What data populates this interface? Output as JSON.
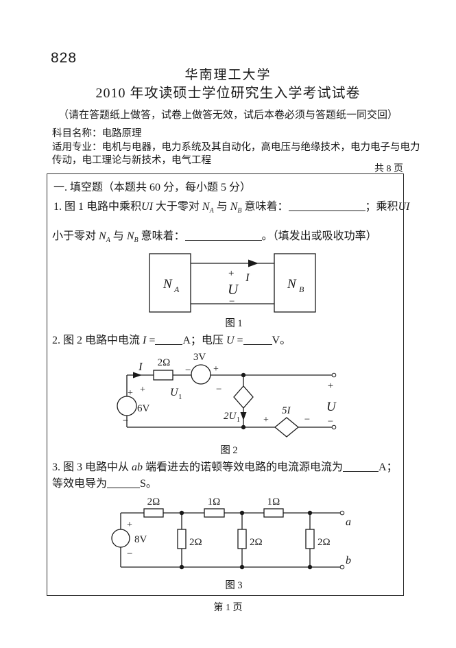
{
  "colors": {
    "ink": "#1a1a1a",
    "paper": "#ffffff"
  },
  "header": {
    "code": "828",
    "university": "华南理工大学",
    "exam_title": "2010 年攻读硕士学位研究生入学考试试卷",
    "notice": "（请在答题纸上做答，试卷上做答无效，试后本卷必须与答题纸一同交回）",
    "subject": "科目名称：电路原理",
    "majors_line1": "适用专业：电机与电器，电力系统及其自动化，高电压与绝缘技术，电力电子与电力",
    "majors_line2": "传动，电工理论与新技术，电气工程",
    "pages_total": "共  8  页"
  },
  "section_heading": "一. 填空题（本题共 60 分，每小题 5 分）",
  "q1": {
    "line1": [
      "1. 图 1 电路中乘积",
      "UI",
      " 大于零对 ",
      "N",
      "A",
      " 与 ",
      "N",
      "B",
      " 意味着：",
      "；乘积",
      "UI"
    ],
    "line2": [
      "小于零对 ",
      "N",
      "A",
      " 与 ",
      "N",
      "B",
      " 意味着：",
      "。（填发出或吸收功率）"
    ]
  },
  "q2": {
    "line": [
      "2. 图 2 电路中电流 ",
      "I",
      " =",
      "A；电压 ",
      "U",
      " =",
      "V。"
    ]
  },
  "q3": {
    "line1": [
      "3. 图 3 电路中从 ",
      "ab",
      " 端看进去的诺顿等效电路的电流源电流为",
      "A；"
    ],
    "line2": [
      "等效电导为",
      "S。"
    ]
  },
  "fig1": {
    "caption": "图 1",
    "na": "N",
    "na_sub": "A",
    "nb": "N",
    "nb_sub": "B",
    "plus": "+",
    "minus": "−",
    "u": "U",
    "i": "I"
  },
  "fig2": {
    "caption": "图 2",
    "i": "I",
    "r2": "2Ω",
    "v3": "3V",
    "u1": "U",
    "u1_sub": "1",
    "v6": "6V",
    "dep_cs": "2U",
    "dep_cs_sub": "1",
    "dep_vs": "5I",
    "u": "U",
    "plus": "+",
    "minus": "−"
  },
  "fig3": {
    "caption": "图 3",
    "r_series1": "2Ω",
    "r_series2": "1Ω",
    "r_series3": "1Ω",
    "v8": "8V",
    "r_shunt": "2Ω",
    "term_a": "a",
    "term_b": "b",
    "plus": "+",
    "minus": "−"
  },
  "footer": "第  1  页"
}
